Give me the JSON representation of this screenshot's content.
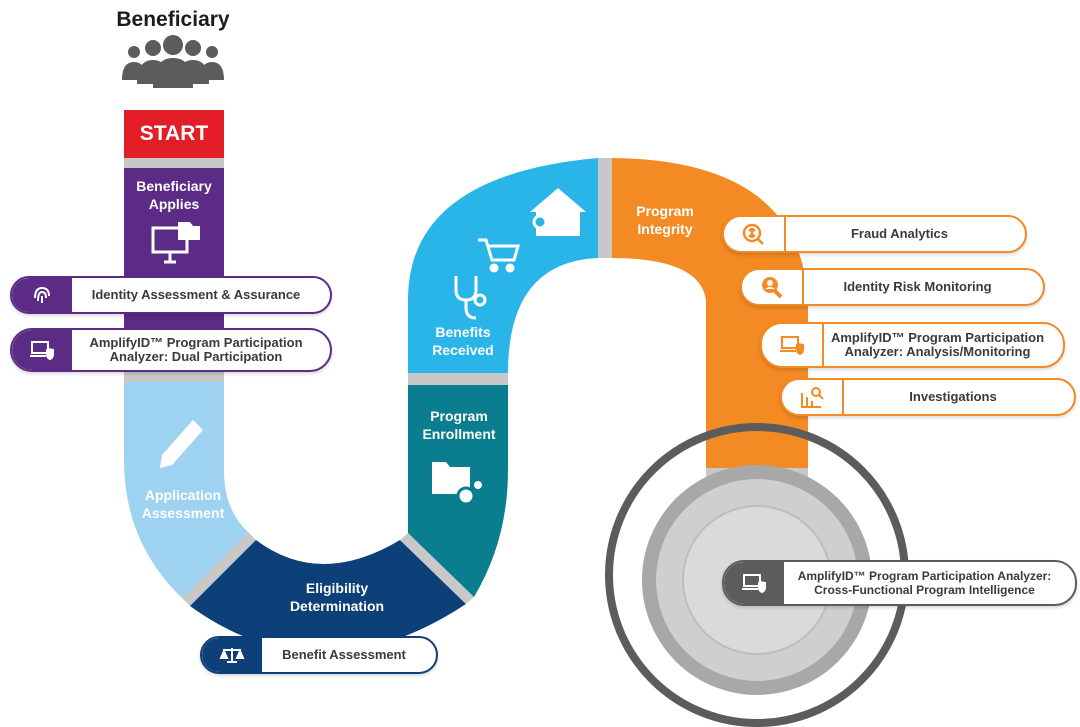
{
  "title": "Beneficiary",
  "start_label": "START",
  "stages": {
    "applies": "Beneficiary\nApplies",
    "application_assessment": "Application\nAssessment",
    "eligibility": "Eligibility\nDetermination",
    "enrollment": "Program\nEnrollment",
    "benefits_received": "Benefits\nReceived",
    "program_integrity": "Program\nIntegrity"
  },
  "callouts": {
    "identity_assessment": "Identity Assessment & Assurance",
    "dual_participation": "AmplifyID™ Program Participation\nAnalyzer: Dual Participation",
    "benefit_assessment": "Benefit Assessment",
    "fraud_analytics": "Fraud Analytics",
    "identity_risk": "Identity Risk Monitoring",
    "analysis_monitoring": "AmplifyID™ Program Participation\nAnalyzer: Analysis/Monitoring",
    "investigations": "Investigations",
    "cross_functional": "AmplifyID™ Program Participation Analyzer:\nCross-Functional Program Intelligence"
  },
  "colors": {
    "red": "#e31e26",
    "purple": "#5b2b86",
    "light_blue": "#9dd3f1",
    "navy": "#0d3f78",
    "teal": "#0a7e8f",
    "sky": "#2ab5e8",
    "orange": "#f38a23",
    "gray_connector": "#c8c8c8",
    "dark_gray": "#5c5c5c"
  }
}
